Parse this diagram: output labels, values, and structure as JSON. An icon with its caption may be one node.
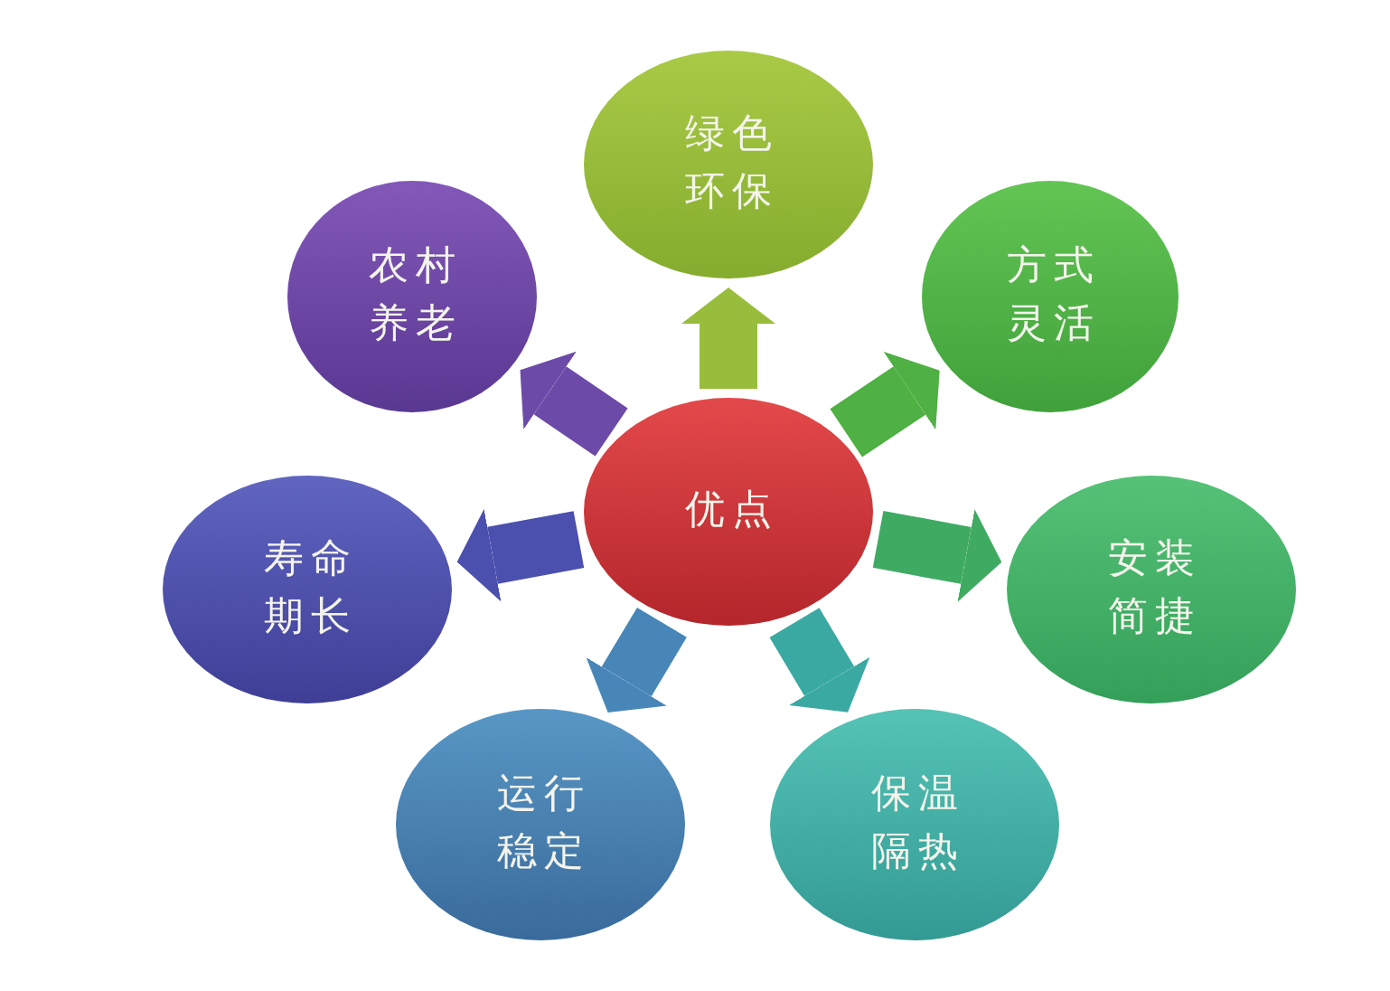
{
  "diagram": {
    "nodes": [
      {
        "text": [
          "优点"
        ]
      },
      {
        "text": [
          "绿色环保"
        ]
      },
      {
        "text": [
          "方式灵活"
        ]
      },
      {
        "text": [
          "安装简捷"
        ]
      },
      {
        "text": [
          "保温隔热"
        ]
      },
      {
        "text": [
          "运行稳定"
        ]
      },
      {
        "text": [
          "寿命期长"
        ]
      },
      {
        "text": [
          "农村养老"
        ]
      }
    ],
    "edges": [
      {
        "from": 0,
        "to": 1,
        "arrow": "to",
        "color": "#98bd3c"
      },
      {
        "from": 0,
        "to": 2,
        "arrow": "to",
        "color": "#4fb044"
      },
      {
        "from": 0,
        "to": 3,
        "arrow": "to",
        "color": "#3fab62"
      },
      {
        "from": 0,
        "to": 4,
        "arrow": "to",
        "color": "#3aa9a2"
      },
      {
        "from": 0,
        "to": 5,
        "arrow": "to",
        "color": "#4786b6"
      },
      {
        "from": 0,
        "to": 6,
        "arrow": "to",
        "color": "#4b4fae"
      },
      {
        "from": 0,
        "to": 7,
        "arrow": "to",
        "color": "#6c4aa8"
      }
    ]
  }
}
